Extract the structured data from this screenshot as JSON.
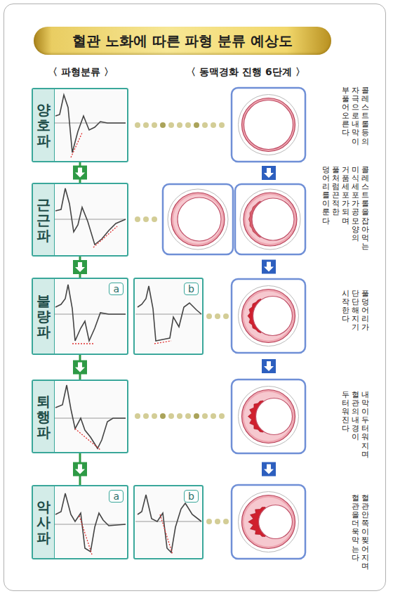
{
  "diagram": {
    "title": "혈관 노화에 따른 파형 분류 예상도",
    "nodes": [
      {
        "text": [
          "양호파"
        ]
      },
      {
        "text": [
          "근근파"
        ]
      },
      {
        "text": [
          "불량파",
          "a"
        ]
      },
      {
        "text": [
          "b"
        ]
      },
      {
        "text": [
          "퇴행파"
        ]
      },
      {
        "text": [
          "악사파",
          "a"
        ]
      },
      {
        "text": [
          "b"
        ]
      }
    ],
    "edges": [
      {
        "from": 0,
        "to": 1,
        "arrow": "to"
      },
      {
        "from": 1,
        "to": 2,
        "arrow": "to"
      },
      {
        "from": 2,
        "to": 4,
        "arrow": "to"
      },
      {
        "from": 4,
        "to": 5,
        "arrow": "to"
      }
    ],
    "labels": [
      "〈 파형분류 〉",
      "〈 동맥경화 진행 6단계 〉",
      "콜레스트롤등의 자극으로 내막이 부풀어 오른다",
      "콜레스트롤을 잡아먹는 미식세포가 공모양의 거품세포가 되며 풀처럼 끈적한 덩어리를 이룬다",
      "풀덩어리가 단단해지기 시작한다",
      "내막이 두터워지며 혈관의 내경이 두터워진다",
      "혈관 안쪽이 찢어지며 혈관을 더욱 막는다"
    ]
  }
}
